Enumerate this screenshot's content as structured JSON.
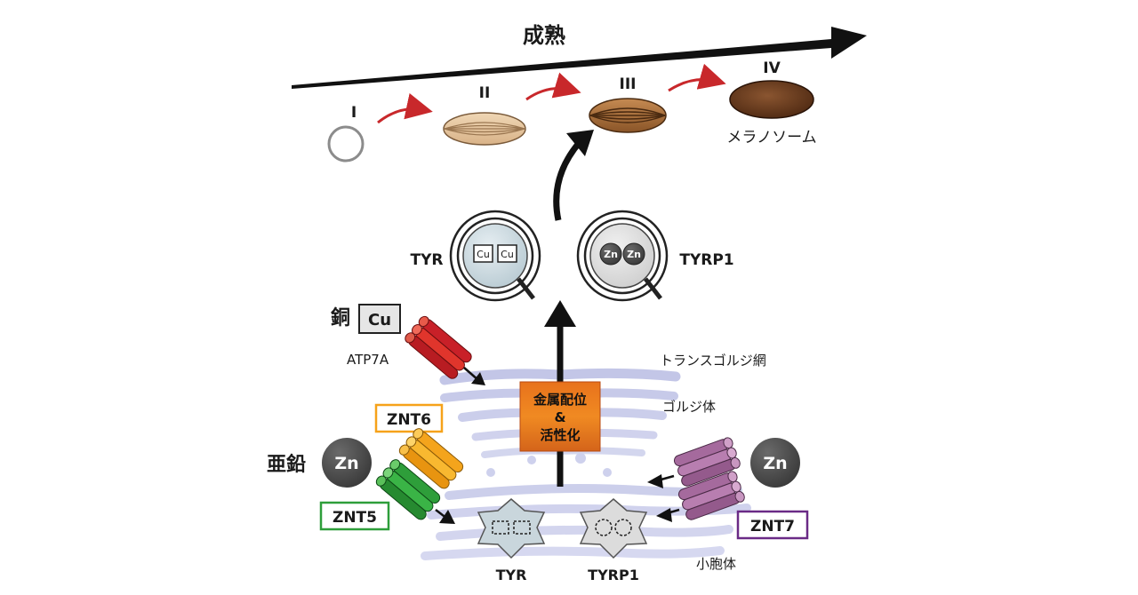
{
  "maturation": {
    "label": "成熟"
  },
  "stages": [
    {
      "numeral": "I"
    },
    {
      "numeral": "II"
    },
    {
      "numeral": "III"
    },
    {
      "numeral": "IV",
      "name": "メラノソーム"
    }
  ],
  "enzymes": {
    "tyr": {
      "label": "TYR",
      "metal": "Cu"
    },
    "tyrp1": {
      "label": "TYRP1",
      "metal": "Zn"
    }
  },
  "copper": {
    "label": "銅",
    "symbol": "Cu",
    "transporter": "ATP7A"
  },
  "zinc": {
    "label": "亜鉛",
    "symbol": "Zn",
    "transporters": [
      "ZNT6",
      "ZNT5",
      "ZNT7"
    ]
  },
  "process": {
    "line1": "金属配位",
    "line2": "&",
    "line3": "活性化"
  },
  "organelles": {
    "tgn": "トランスゴルジ網",
    "golgi": "ゴルジ体",
    "vesicle": "小胞体"
  },
  "bottom": {
    "tyr": "TYR",
    "tyrp1": "TYRP1"
  },
  "colors": {
    "cu_transporter": "#d8262b",
    "znt6": "#f6a21a",
    "znt5": "#2e9e3a",
    "znt7": "#a56a9d",
    "arrow_red": "#c8282b",
    "zn_ball": "#4a4a4a"
  }
}
